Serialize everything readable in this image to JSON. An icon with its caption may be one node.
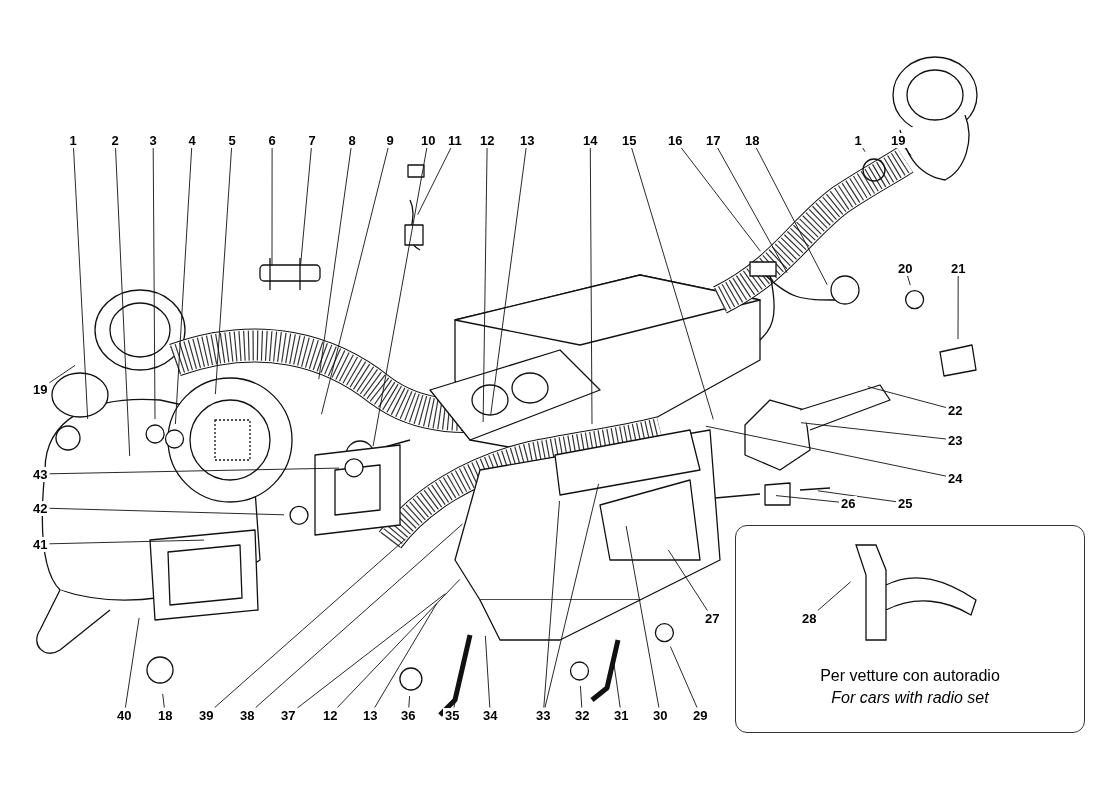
{
  "diagram": {
    "nodes": [
      {
        "text": [
          "1"
        ]
      },
      {
        "text": [
          "2"
        ]
      },
      {
        "text": [
          "3"
        ]
      },
      {
        "text": [
          "4"
        ]
      },
      {
        "text": [
          "5"
        ]
      },
      {
        "text": [
          "6"
        ]
      },
      {
        "text": [
          "7"
        ]
      },
      {
        "text": [
          "8"
        ]
      },
      {
        "text": [
          "9"
        ]
      },
      {
        "text": [
          "10"
        ]
      },
      {
        "text": [
          "11"
        ]
      },
      {
        "text": [
          "12"
        ]
      },
      {
        "text": [
          "13"
        ]
      },
      {
        "text": [
          "14"
        ]
      },
      {
        "text": [
          "15"
        ]
      },
      {
        "text": [
          "16"
        ]
      },
      {
        "text": [
          "17"
        ]
      },
      {
        "text": [
          "18"
        ]
      },
      {
        "text": [
          "1"
        ]
      },
      {
        "text": [
          "19"
        ]
      },
      {
        "text": [
          "19"
        ]
      },
      {
        "text": [
          "20"
        ]
      },
      {
        "text": [
          "21"
        ]
      },
      {
        "text": [
          "22"
        ]
      },
      {
        "text": [
          "23"
        ]
      },
      {
        "text": [
          "43"
        ]
      },
      {
        "text": [
          "24"
        ]
      },
      {
        "text": [
          "42"
        ]
      },
      {
        "text": [
          "25"
        ]
      },
      {
        "text": [
          "26"
        ]
      },
      {
        "text": [
          "41"
        ]
      },
      {
        "text": [
          "Per vetture con autoradio",
          "For cars with radio set"
        ]
      },
      {
        "text": [
          "28"
        ],
        "in": 31
      },
      {
        "text": [
          "27"
        ]
      },
      {
        "text": [
          "40"
        ]
      },
      {
        "text": [
          "18"
        ]
      },
      {
        "text": [
          "39"
        ]
      },
      {
        "text": [
          "38"
        ]
      },
      {
        "text": [
          "37"
        ]
      },
      {
        "text": [
          "12"
        ]
      },
      {
        "text": [
          "13"
        ]
      },
      {
        "text": [
          "36"
        ]
      },
      {
        "text": [
          "35"
        ]
      },
      {
        "text": [
          "34"
        ]
      },
      {
        "text": [
          "33"
        ]
      },
      {
        "text": [
          "32"
        ]
      },
      {
        "text": [
          "31"
        ]
      },
      {
        "text": [
          "30"
        ]
      },
      {
        "text": [
          "29"
        ]
      }
    ],
    "edges": [
      {
        "from": 0,
        "to": null,
        "arrow": "none"
      },
      {
        "from": 1,
        "to": null,
        "arrow": "none"
      },
      {
        "from": 2,
        "to": null,
        "arrow": "none"
      },
      {
        "from": 3,
        "to": null,
        "arrow": "none"
      },
      {
        "from": 4,
        "to": null,
        "arrow": "none"
      },
      {
        "from": 5,
        "to": null,
        "arrow": "none"
      },
      {
        "from": 6,
        "to": null,
        "arrow": "none"
      },
      {
        "from": 7,
        "to": null,
        "arrow": "none"
      },
      {
        "from": 8,
        "to": null,
        "arrow": "none"
      },
      {
        "from": 9,
        "to": null,
        "arrow": "none"
      },
      {
        "from": 10,
        "to": null,
        "arrow": "none"
      },
      {
        "from": 11,
        "to": null,
        "arrow": "none"
      },
      {
        "from": 12,
        "to": null,
        "arrow": "none"
      },
      {
        "from": 13,
        "to": null,
        "arrow": "none"
      },
      {
        "from": 14,
        "to": null,
        "arrow": "none"
      },
      {
        "from": 15,
        "to": null,
        "arrow": "none"
      },
      {
        "from": 16,
        "to": null,
        "arrow": "none"
      },
      {
        "from": 17,
        "to": null,
        "arrow": "none"
      },
      {
        "from": 18,
        "to": null,
        "arrow": "none"
      },
      {
        "from": 19,
        "to": null,
        "arrow": "none"
      },
      {
        "from": 20,
        "to": null,
        "arrow": "none"
      },
      {
        "from": 21,
        "to": null,
        "arrow": "none"
      },
      {
        "from": 22,
        "to": null,
        "arrow": "none"
      },
      {
        "from": 23,
        "to": null,
        "arrow": "none"
      },
      {
        "from": 24,
        "to": null,
        "arrow": "none"
      },
      {
        "from": 25,
        "to": null,
        "arrow": "none"
      },
      {
        "from": 26,
        "to": null,
        "arrow": "none"
      },
      {
        "from": 27,
        "to": null,
        "arrow": "none"
      },
      {
        "from": 28,
        "to": null,
        "arrow": "none"
      },
      {
        "from": 29,
        "to": null,
        "arrow": "none"
      },
      {
        "from": 30,
        "to": null,
        "arrow": "none"
      },
      {
        "from": 32,
        "to": null,
        "arrow": "none"
      },
      {
        "from": 33,
        "to": null,
        "arrow": "none"
      },
      {
        "from": 34,
        "to": null,
        "arrow": "none"
      },
      {
        "from": 35,
        "to": null,
        "arrow": "none"
      },
      {
        "from": 36,
        "to": null,
        "arrow": "none"
      },
      {
        "from": 37,
        "to": null,
        "arrow": "none"
      },
      {
        "from": 38,
        "to": null,
        "arrow": "none"
      },
      {
        "from": 39,
        "to": null,
        "arrow": "none"
      },
      {
        "from": 40,
        "to": null,
        "arrow": "none"
      },
      {
        "from": 41,
        "to": null,
        "arrow": "none"
      },
      {
        "from": 42,
        "to": null,
        "arrow": "none"
      },
      {
        "from": 43,
        "to": null,
        "arrow": "none"
      },
      {
        "from": 44,
        "to": null,
        "arrow": "none"
      },
      {
        "from": 44,
        "to": null,
        "arrow": "none"
      },
      {
        "from": 45,
        "to": null,
        "arrow": "none"
      },
      {
        "from": 46,
        "to": null,
        "arrow": "none"
      },
      {
        "from": 47,
        "to": null,
        "arrow": "none"
      },
      {
        "from": 48,
        "to": null,
        "arrow": "none"
      }
    ]
  }
}
